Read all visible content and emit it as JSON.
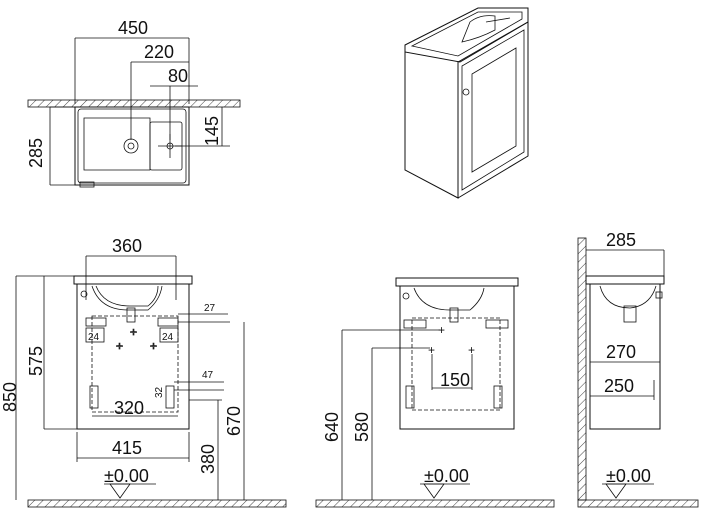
{
  "top_view": {
    "overall_width": "450",
    "tap_offset": "220",
    "tap_to_edge": "80",
    "depth": "285",
    "tap_depth": "145"
  },
  "front_view": {
    "basin_width": "360",
    "height_total": "850",
    "cabinet_height": "575",
    "hole_offset_top": "27",
    "hole_offset_side": "47",
    "small_a": "24",
    "small_b": "24",
    "small_c": "32",
    "inner_width": "320",
    "outer_width": "415",
    "floor_height": "380",
    "wall_height": "670"
  },
  "mid_view": {
    "height_a": "640",
    "height_b": "580",
    "hole_spacing": "150"
  },
  "side_view": {
    "depth": "285",
    "inner_depth": "270",
    "shelf_depth": "250"
  },
  "level_marks": {
    "front": "±0.00",
    "mid": "±0.00",
    "side": "±0.00"
  }
}
